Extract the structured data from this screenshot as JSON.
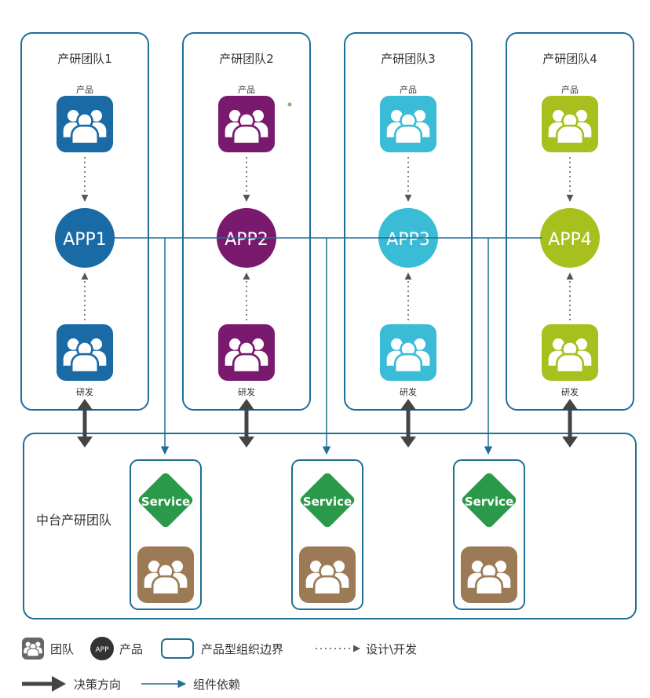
{
  "colors": {
    "border": "#1e6f95",
    "team1": "#1a6aa6",
    "team2": "#7a1a6e",
    "team3": "#3bbcd6",
    "team4": "#a8c01e",
    "service": "#2a9a4a",
    "middle_team": "#9c7a55",
    "arrow": "#555555"
  },
  "teams": [
    {
      "title": "产研团队1",
      "product_label": "产品",
      "app_label": "APP1",
      "dev_label": "研发"
    },
    {
      "title": "产研团队2",
      "product_label": "产品",
      "app_label": "APP2",
      "dev_label": "研发"
    },
    {
      "title": "产研团队3",
      "product_label": "产品",
      "app_label": "APP3",
      "dev_label": "研发"
    },
    {
      "title": "产研团队4",
      "product_label": "产品",
      "app_label": "APP4",
      "dev_label": "研发"
    }
  ],
  "middle": {
    "title": "中台产研团队",
    "services": [
      {
        "label": "Service"
      },
      {
        "label": "Service"
      },
      {
        "label": "Service"
      }
    ]
  },
  "legend": {
    "team": "团队",
    "app_badge": "APP",
    "product": "产品",
    "boundary": "产品型组织边界",
    "design_dev": "设计\\开发",
    "decision": "决策方向",
    "dependency": "组件依赖"
  }
}
